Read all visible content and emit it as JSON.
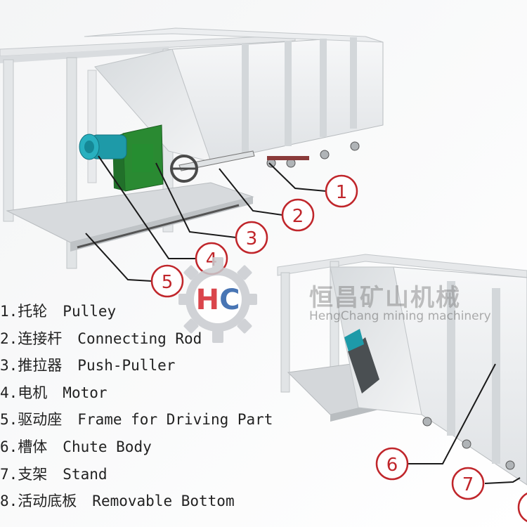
{
  "callouts": [
    "1",
    "2",
    "3",
    "4",
    "5",
    "6",
    "7"
  ],
  "legend": [
    {
      "num": "1.",
      "cn": "托轮",
      "en": "Pulley"
    },
    {
      "num": "2.",
      "cn": "连接杆",
      "en": "Connecting Rod"
    },
    {
      "num": "3.",
      "cn": "推拉器",
      "en": "Push-Puller"
    },
    {
      "num": "4.",
      "cn": "电机",
      "en": "Motor"
    },
    {
      "num": "5.",
      "cn": "驱动座",
      "en": "Frame for Driving Part"
    },
    {
      "num": "6.",
      "cn": "槽体",
      "en": "Chute Body"
    },
    {
      "num": "7.",
      "cn": "支架",
      "en": "Stand"
    },
    {
      "num": "8.",
      "cn": "活动底板",
      "en": "Removable Bottom"
    }
  ],
  "watermark": {
    "logo_letters": "HC",
    "company_cn": "恒昌矿山机械",
    "company_en": "HengChang mining machinery"
  },
  "colors": {
    "callout_red": "#c0262b",
    "frame_gray": "#e4e7e9",
    "chute_light": "#f2f3f4",
    "motor_teal": "#1e9aa8",
    "driver_green": "#2a8a32",
    "logo_red": "#d5262d",
    "logo_blue": "#2a5ea8"
  }
}
